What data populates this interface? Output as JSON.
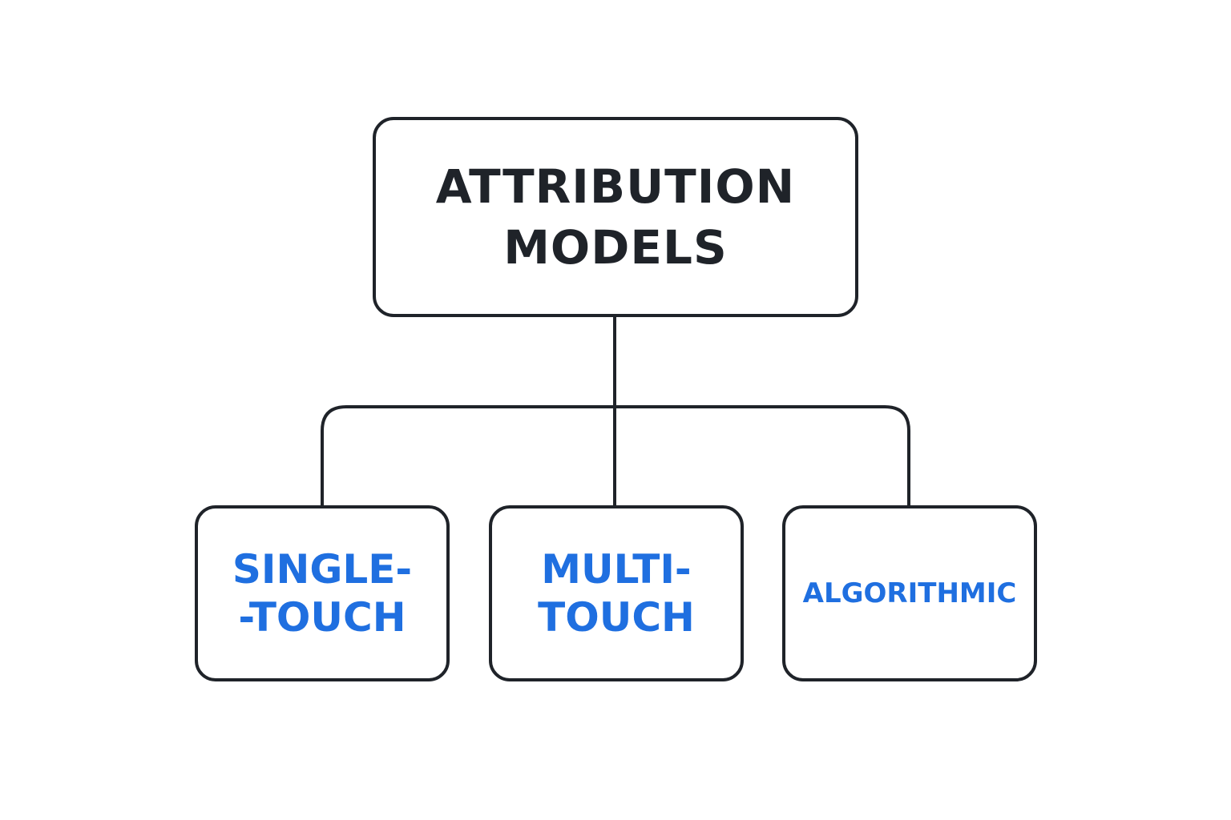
{
  "diagram": {
    "root": {
      "lines": [
        "ATTRIBUTION",
        "MODELS"
      ]
    },
    "children": [
      {
        "lines": [
          "SINGLE-",
          "-TOUCH"
        ]
      },
      {
        "lines": [
          "MULTI-",
          "TOUCH"
        ]
      },
      {
        "lines": [
          "ALGORITHMIC"
        ]
      }
    ]
  },
  "colors": {
    "stroke": "#1f2329",
    "root_text": "#1f2329",
    "child_text": "#1f6fe0",
    "background": "#ffffff"
  }
}
